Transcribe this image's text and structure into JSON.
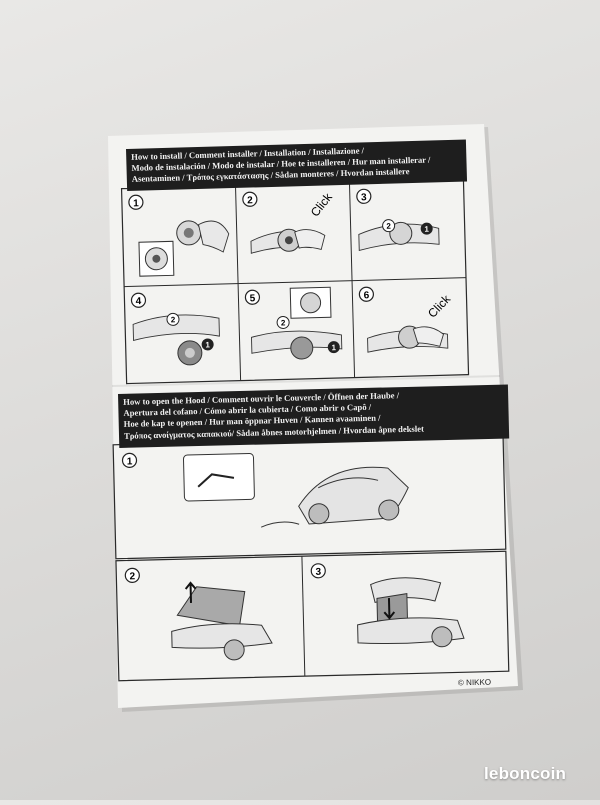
{
  "section1": {
    "lines": [
      "How to install / Comment installer / Installation / Installazione /",
      "Modo de instalación / Modo de instalar / Hoe te installeren / Hur man installerar /",
      "Asentaminen / Τρόπος εγκατάστασης / Sådan monteres / Hvordan installere"
    ],
    "steps": [
      "1",
      "2",
      "3",
      "4",
      "5",
      "6"
    ],
    "click_label": "Click",
    "sub_markers": [
      "1",
      "2"
    ]
  },
  "section2": {
    "lines": [
      "How to open the Hood / Comment ouvrir le Couvercle / Öffnen der Haube /",
      "Apertura del cofano / Cómo abrir la cubierta / Como abrir o Capô /",
      "Hoe de kap te openen / Hur man öppnar Huven / Kannen avaaminen /",
      "Τρόπος ανοίγματος καπακιού/ Sådan åbnes motorhjelmen / Hvordan åpne dekslet"
    ],
    "steps": [
      "1",
      "2",
      "3"
    ]
  },
  "copyright": "© NIKKO",
  "watermark": "leboncoin"
}
